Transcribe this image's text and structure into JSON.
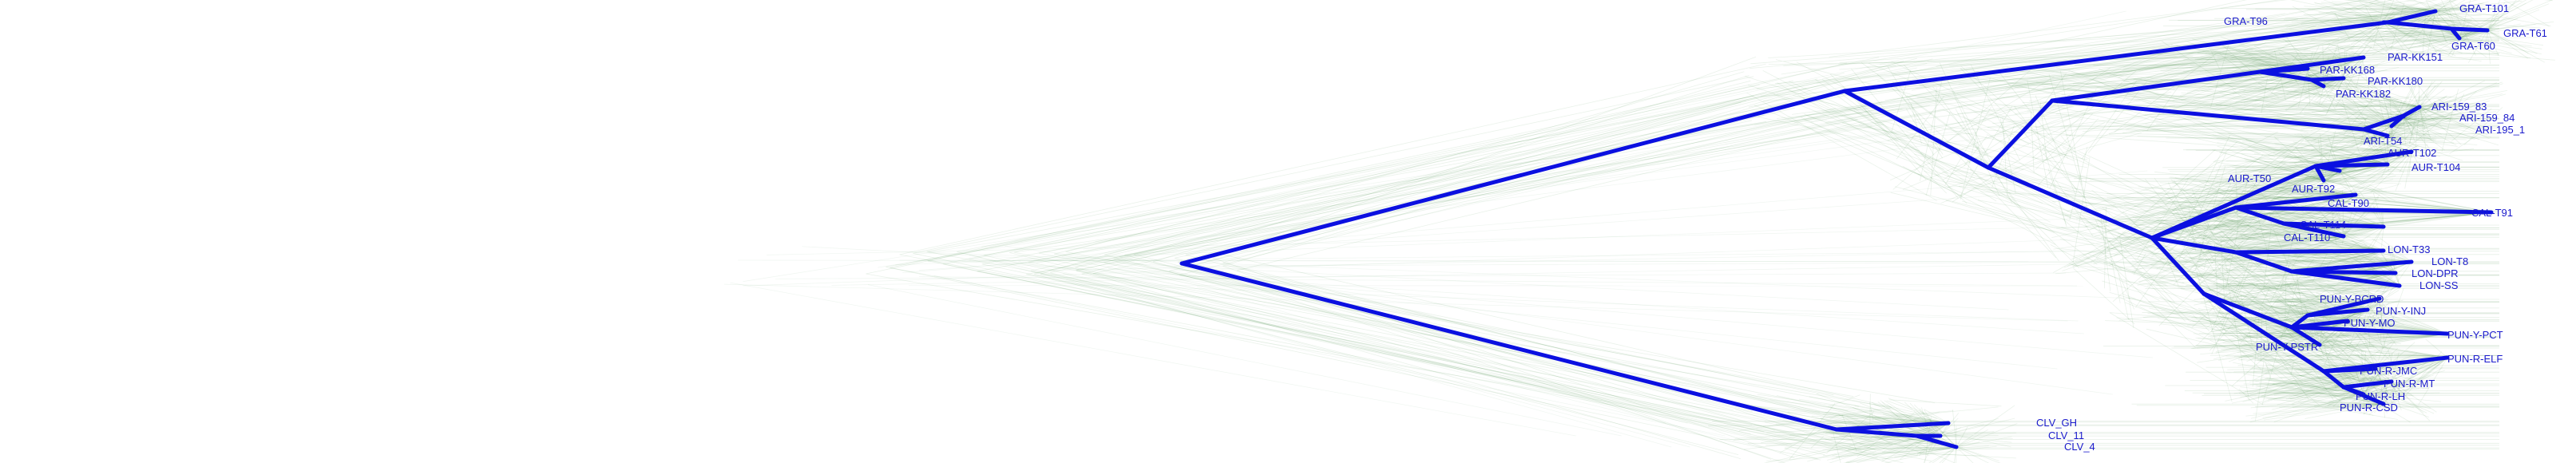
{
  "diagram": {
    "type": "densitree",
    "colors": {
      "consensus": "#0b10e0",
      "cloud": "#2e7d32",
      "label": "#1a1acc",
      "background": "#ffffff"
    },
    "tips": [
      {
        "id": "GRA-T101",
        "label": "GRA-T101"
      },
      {
        "id": "GRA-T61",
        "label": "GRA-T61"
      },
      {
        "id": "GRA-T96",
        "label": "GRA-T96"
      },
      {
        "id": "GRA-T60",
        "label": "GRA-T60"
      },
      {
        "id": "PAR-KK151",
        "label": "PAR-KK151"
      },
      {
        "id": "PAR-KK168",
        "label": "PAR-KK168"
      },
      {
        "id": "PAR-KK180",
        "label": "PAR-KK180"
      },
      {
        "id": "PAR-KK182",
        "label": "PAR-KK182"
      },
      {
        "id": "ARI-159_83",
        "label": "ARI-159_83"
      },
      {
        "id": "ARI-159_84",
        "label": "ARI-159_84"
      },
      {
        "id": "ARI-195_1",
        "label": "ARI-195_1"
      },
      {
        "id": "ARI-T54",
        "label": "ARI-T54"
      },
      {
        "id": "AUR-T102",
        "label": "AUR-T102"
      },
      {
        "id": "AUR-T104",
        "label": "AUR-T104"
      },
      {
        "id": "AUR-T50",
        "label": "AUR-T50"
      },
      {
        "id": "AUR-T92",
        "label": "AUR-T92"
      },
      {
        "id": "CAL-T90",
        "label": "CAL-T90"
      },
      {
        "id": "CAL-T91",
        "label": "CAL-T91"
      },
      {
        "id": "CAL-T114",
        "label": "CAL-T114"
      },
      {
        "id": "CAL-T110",
        "label": "CAL-T110"
      },
      {
        "id": "LON-T33",
        "label": "LON-T33"
      },
      {
        "id": "LON-T8",
        "label": "LON-T8"
      },
      {
        "id": "LON-DPR",
        "label": "LON-DPR"
      },
      {
        "id": "LON-SS",
        "label": "LON-SS"
      },
      {
        "id": "PUN-Y-BCRD",
        "label": "PUN-Y-BCRD"
      },
      {
        "id": "PUN-Y-INJ",
        "label": "PUN-Y-INJ"
      },
      {
        "id": "PUN-Y-MO",
        "label": "PUN-Y-MO"
      },
      {
        "id": "PUN-Y-PCT",
        "label": "PUN-Y-PCT"
      },
      {
        "id": "PUN-Y-PSTR",
        "label": "PUN-Y-PSTR"
      },
      {
        "id": "PUN-R-ELF",
        "label": "PUN-R-ELF"
      },
      {
        "id": "PUN-R-JMC",
        "label": "PUN-R-JMC"
      },
      {
        "id": "PUN-R-MT",
        "label": "PUN-R-MT"
      },
      {
        "id": "PUN-R-LH",
        "label": "PUN-R-LH"
      },
      {
        "id": "PUN-R-CSD",
        "label": "PUN-R-CSD"
      },
      {
        "id": "CLV_GH",
        "label": "CLV_GH"
      },
      {
        "id": "CLV_11",
        "label": "CLV_11"
      },
      {
        "id": "CLV_4",
        "label": "CLV_4"
      }
    ]
  }
}
